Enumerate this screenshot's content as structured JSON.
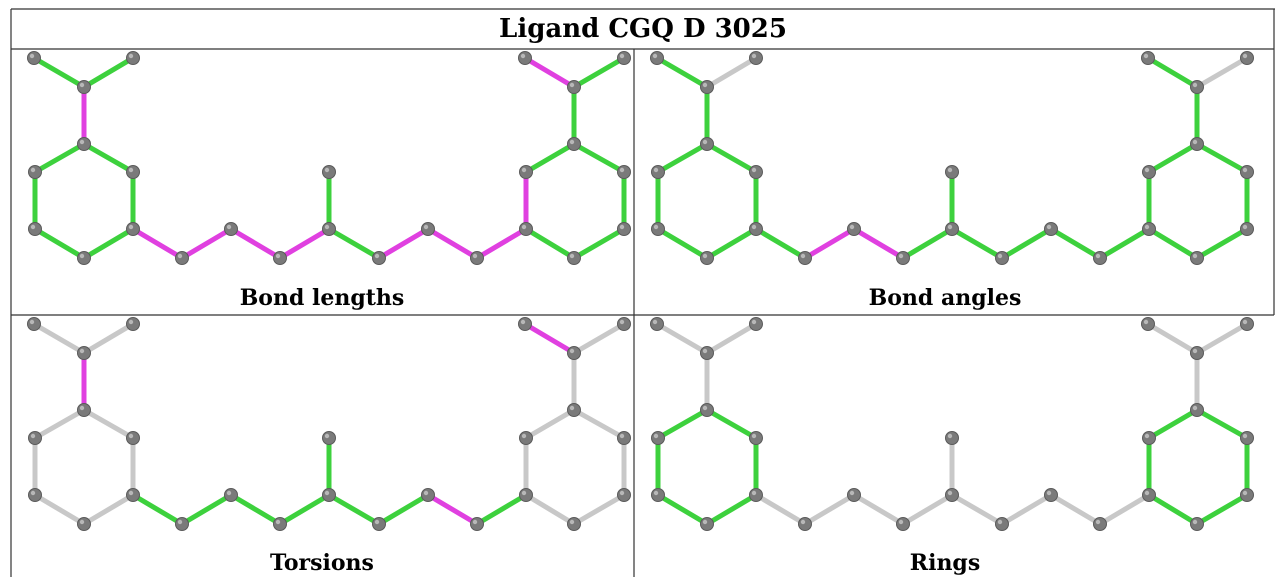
{
  "title": "Ligand CGQ D 3025",
  "colors": {
    "highlight_green": "#3dd13d",
    "highlight_magenta": "#e040e0",
    "inactive_bond": "#c8c8c8",
    "atom": "#7a7a7a",
    "border": "#333333"
  },
  "panels": [
    {
      "caption": "Bond lengths",
      "bond_styles": [
        "green",
        "green",
        "magenta",
        "green",
        "green",
        "green",
        "green",
        "green",
        "green",
        "magenta",
        "magenta",
        "magenta",
        "magenta",
        "green",
        "green",
        "magenta",
        "magenta",
        "magenta",
        "magenta",
        "green",
        "green",
        "green",
        "green",
        "green",
        "green",
        "magenta",
        "green",
        "green"
      ]
    },
    {
      "caption": "Bond angles",
      "bond_styles": [
        "green",
        "gray",
        "green",
        "green",
        "green",
        "green",
        "green",
        "green",
        "green",
        "green",
        "magenta",
        "magenta",
        "green",
        "green",
        "green",
        "green",
        "green",
        "green",
        "green",
        "green",
        "green",
        "green",
        "green",
        "green",
        "green",
        "green",
        "gray",
        "green"
      ]
    },
    {
      "caption": "Torsions",
      "bond_styles": [
        "gray",
        "gray",
        "magenta",
        "gray",
        "gray",
        "gray",
        "gray",
        "gray",
        "gray",
        "green",
        "green",
        "green",
        "green",
        "green",
        "green",
        "green",
        "magenta",
        "green",
        "gray",
        "gray",
        "gray",
        "gray",
        "gray",
        "gray",
        "gray",
        "magenta",
        "gray",
        "gray"
      ]
    },
    {
      "caption": "Rings",
      "bond_styles": [
        "gray",
        "gray",
        "gray",
        "green",
        "green",
        "green",
        "green",
        "green",
        "green",
        "gray",
        "gray",
        "gray",
        "gray",
        "gray",
        "gray",
        "gray",
        "gray",
        "gray",
        "green",
        "green",
        "green",
        "green",
        "green",
        "green",
        "gray",
        "gray",
        "gray",
        "gray"
      ]
    }
  ]
}
